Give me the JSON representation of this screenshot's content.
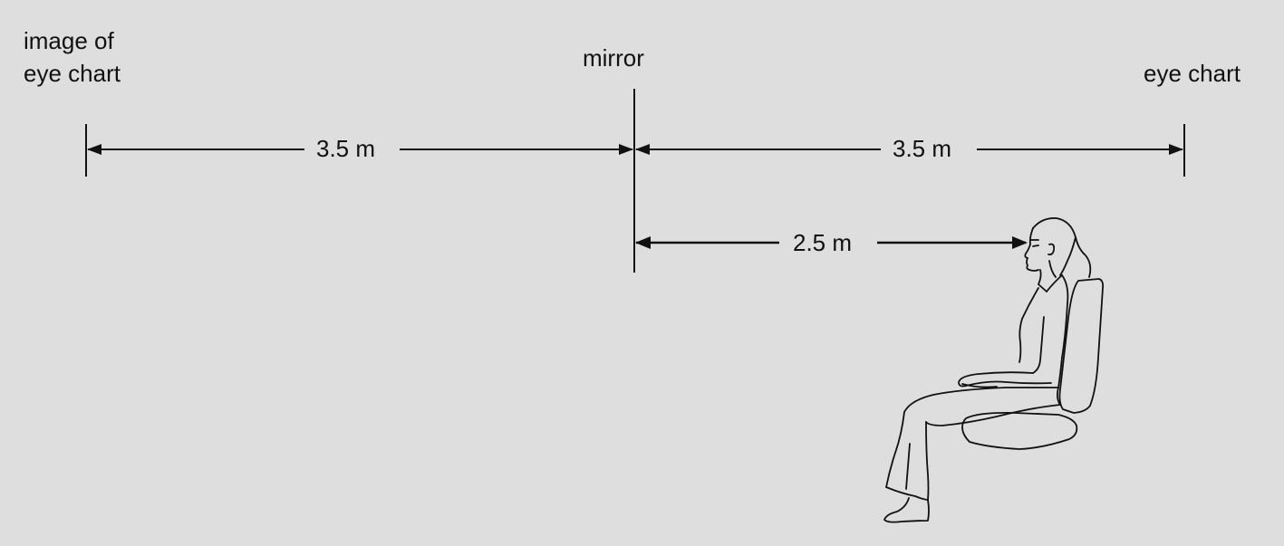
{
  "labels": {
    "image_of_eye_chart_line1": "image of",
    "image_of_eye_chart_line2": "eye chart",
    "mirror": "mirror",
    "eye_chart": "eye chart"
  },
  "dimensions": {
    "left_distance": "3.5 m",
    "right_distance": "3.5 m",
    "person_distance": "2.5 m"
  },
  "colors": {
    "background": "#dedede",
    "ink": "#111111"
  }
}
